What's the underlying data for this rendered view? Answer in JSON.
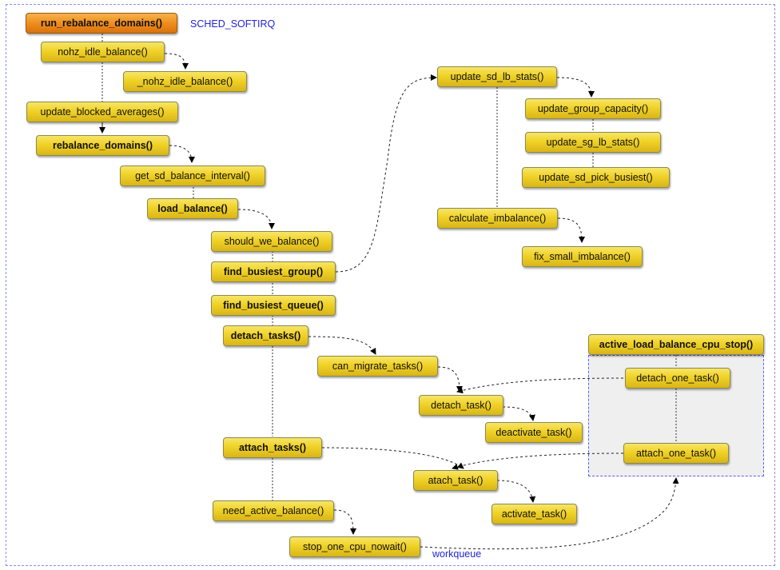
{
  "nodes": {
    "run_rebalance_domains": "run_rebalance_domains()",
    "nohz_idle_balance": "nohz_idle_balance()",
    "_nohz_idle_balance": "_nohz_idle_balance()",
    "update_blocked_averages": "update_blocked_averages()",
    "rebalance_domains": "rebalance_domains()",
    "get_sd_balance_interval": "get_sd_balance_interval()",
    "load_balance": "load_balance()",
    "should_we_balance": "should_we_balance()",
    "find_busiest_group": "find_busiest_group()",
    "find_busiest_queue": "find_busiest_queue()",
    "detach_tasks": "detach_tasks()",
    "can_migrate_tasks": "can_migrate_tasks()",
    "detach_task": "detach_task()",
    "deactivate_task": "deactivate_task()",
    "attach_tasks": "attach_tasks()",
    "atach_task": "atach_task()",
    "activate_task": "activate_task()",
    "need_active_balance": "need_active_balance()",
    "stop_one_cpu_nowait": "stop_one_cpu_nowait()",
    "update_sd_lb_stats": "update_sd_lb_stats()",
    "update_group_capacity": "update_group_capacity()",
    "update_sg_lb_stats": "update_sg_lb_stats()",
    "update_sd_pick_busiest": "update_sd_pick_busiest()",
    "calculate_imbalance": "calculate_imbalance()",
    "fix_small_imbalance": "fix_small_imbalance()",
    "active_load_balance_cpu_stop": "active_load_balance_cpu_stop()",
    "detach_one_task": "detach_one_task()",
    "attach_one_task": "attach_one_task()"
  },
  "labels": {
    "sched_softirq": "SCHED_SOFTIRQ",
    "workqueue": "workqueue"
  },
  "colors": {
    "node_fill": "#f0d226",
    "root_fill": "#ef8e1e",
    "label_text": "#2323d6",
    "group_fill": "#efefef"
  }
}
